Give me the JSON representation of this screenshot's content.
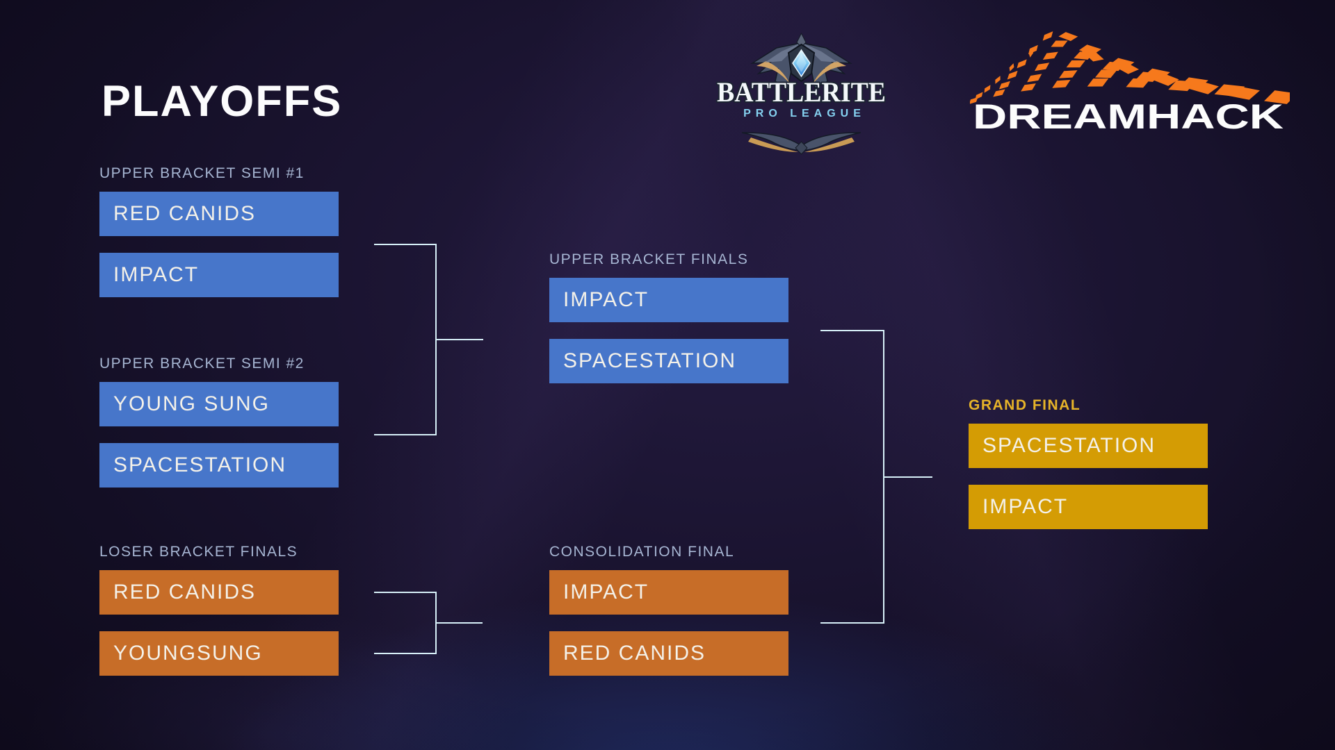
{
  "page": {
    "title": "PLAYOFFS"
  },
  "colors": {
    "background": "#140f26",
    "blue": "#4776ca",
    "orange": "#c76d28",
    "gold": "#d49c04",
    "label": "#a7b6d3",
    "gold_label": "#e7b429",
    "team_text": "#f4f1e9",
    "line": "#d8f1f9",
    "dreamhack_orange": "#f6791c"
  },
  "logos": {
    "battlerite": {
      "title": "BATTLERITE",
      "subtitle": "PRO LEAGUE"
    },
    "dreamhack": {
      "title": "DREAMHACK"
    }
  },
  "bracket": {
    "matches": [
      {
        "label": "UPPER BRACKET SEMI #1",
        "style": "blue",
        "teams": [
          "RED CANIDS",
          "IMPACT"
        ]
      },
      {
        "label": "UPPER BRACKET SEMI #2",
        "style": "blue",
        "teams": [
          "YOUNG SUNG",
          "SPACESTATION"
        ]
      },
      {
        "label": "UPPER BRACKET FINALS",
        "style": "blue",
        "teams": [
          "IMPACT",
          "SPACESTATION"
        ]
      },
      {
        "label": "LOSER BRACKET FINALS",
        "style": "orange",
        "teams": [
          "RED CANIDS",
          "YOUNGSUNG"
        ]
      },
      {
        "label": "CONSOLIDATION FINAL",
        "style": "orange",
        "teams": [
          "IMPACT",
          "RED CANIDS"
        ]
      },
      {
        "label": "GRAND FINAL",
        "style": "gold",
        "teams": [
          "SPACESTATION",
          "IMPACT"
        ]
      }
    ]
  }
}
